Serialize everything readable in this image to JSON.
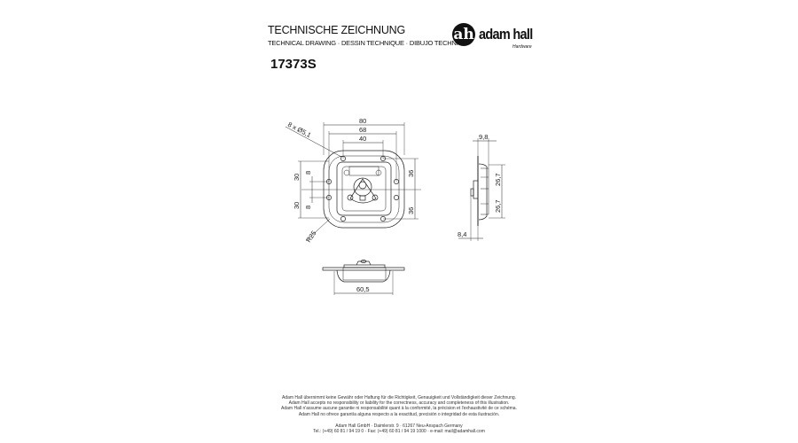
{
  "header": {
    "title": "TECHNISCHE ZEICHNUNG",
    "subtitle": "TECHNICAL DRAWING · DESSIN TECHNIQUE · DIBUJO TECHNICO",
    "part_number": "17373S",
    "logo": {
      "mark": "ah",
      "text": "adam hall",
      "sub": "Hardware"
    }
  },
  "front_view": {
    "dim_80": "80",
    "dim_68": "68",
    "dim_40": "40",
    "holes": "8 x Ø5,1",
    "dim_36_top": "36",
    "dim_36_bottom": "36",
    "dim_30_top": "30",
    "dim_30_bottom": "30",
    "dim_8_top": "8",
    "dim_8_bottom": "8",
    "radius": "R25"
  },
  "side_view": {
    "dim_9_8": "9,8",
    "dim_26_7_top": "26,7",
    "dim_26_7_bottom": "26,7",
    "dim_8_4": "8,4"
  },
  "bottom_view": {
    "dim_60_5": "60,5"
  },
  "footer": {
    "disclaimer": [
      "Adam Hall übernimmt keine Gewähr oder Haftung für die Richtigkeit, Genauigkeit und Vollständigkeit dieser Zeichnung.",
      "Adam Hall accepts no responsibility or liability for the correctness, accuracy and completeness of this illustration.",
      "Adam Hall n'assume aucune garantie ni responsabilité quant à la conformité, la précision et l'exhaustivité de ce schéma.",
      "Adam Hall no ofrece garantía alguna respecto a la exactitud, precisión o integridad de esta ilustración."
    ],
    "company": "Adam Hall GmbH · Daimlerstr. 9 · 61267 Neu-Anspach Germany",
    "contact": "Tel.: (+49) 60 81 / 94 19 0 · Fax: (+49) 60 81 / 94 19 1000 · e-mail: mail@adamhall.com"
  }
}
